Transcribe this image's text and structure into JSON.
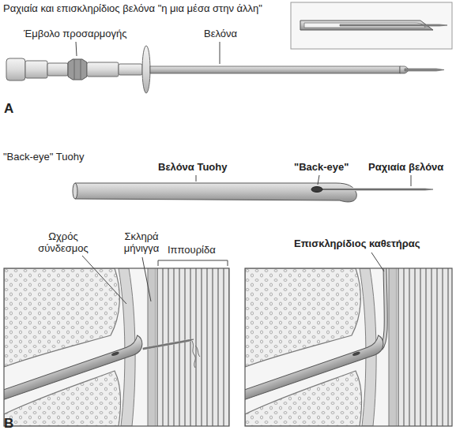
{
  "diagram": {
    "labels": [
      "Ραχιαία και επισκληρίδιος βελόνα \"η μια μέσα στην άλλη\"",
      "Έμβολο προσαρμογής",
      "Βελόνα",
      "A",
      "\"Back-eye\" Tuohy",
      "Βελόνα Tuohy",
      "\"Back-eye\"",
      "Ραχιαία βελόνα",
      "Ωχρός σύνδεσμος",
      "Σκληρά μήνιγγα",
      "Ιππουρίδα",
      "Επισκληρίδιος καθετήρας",
      "B"
    ]
  }
}
